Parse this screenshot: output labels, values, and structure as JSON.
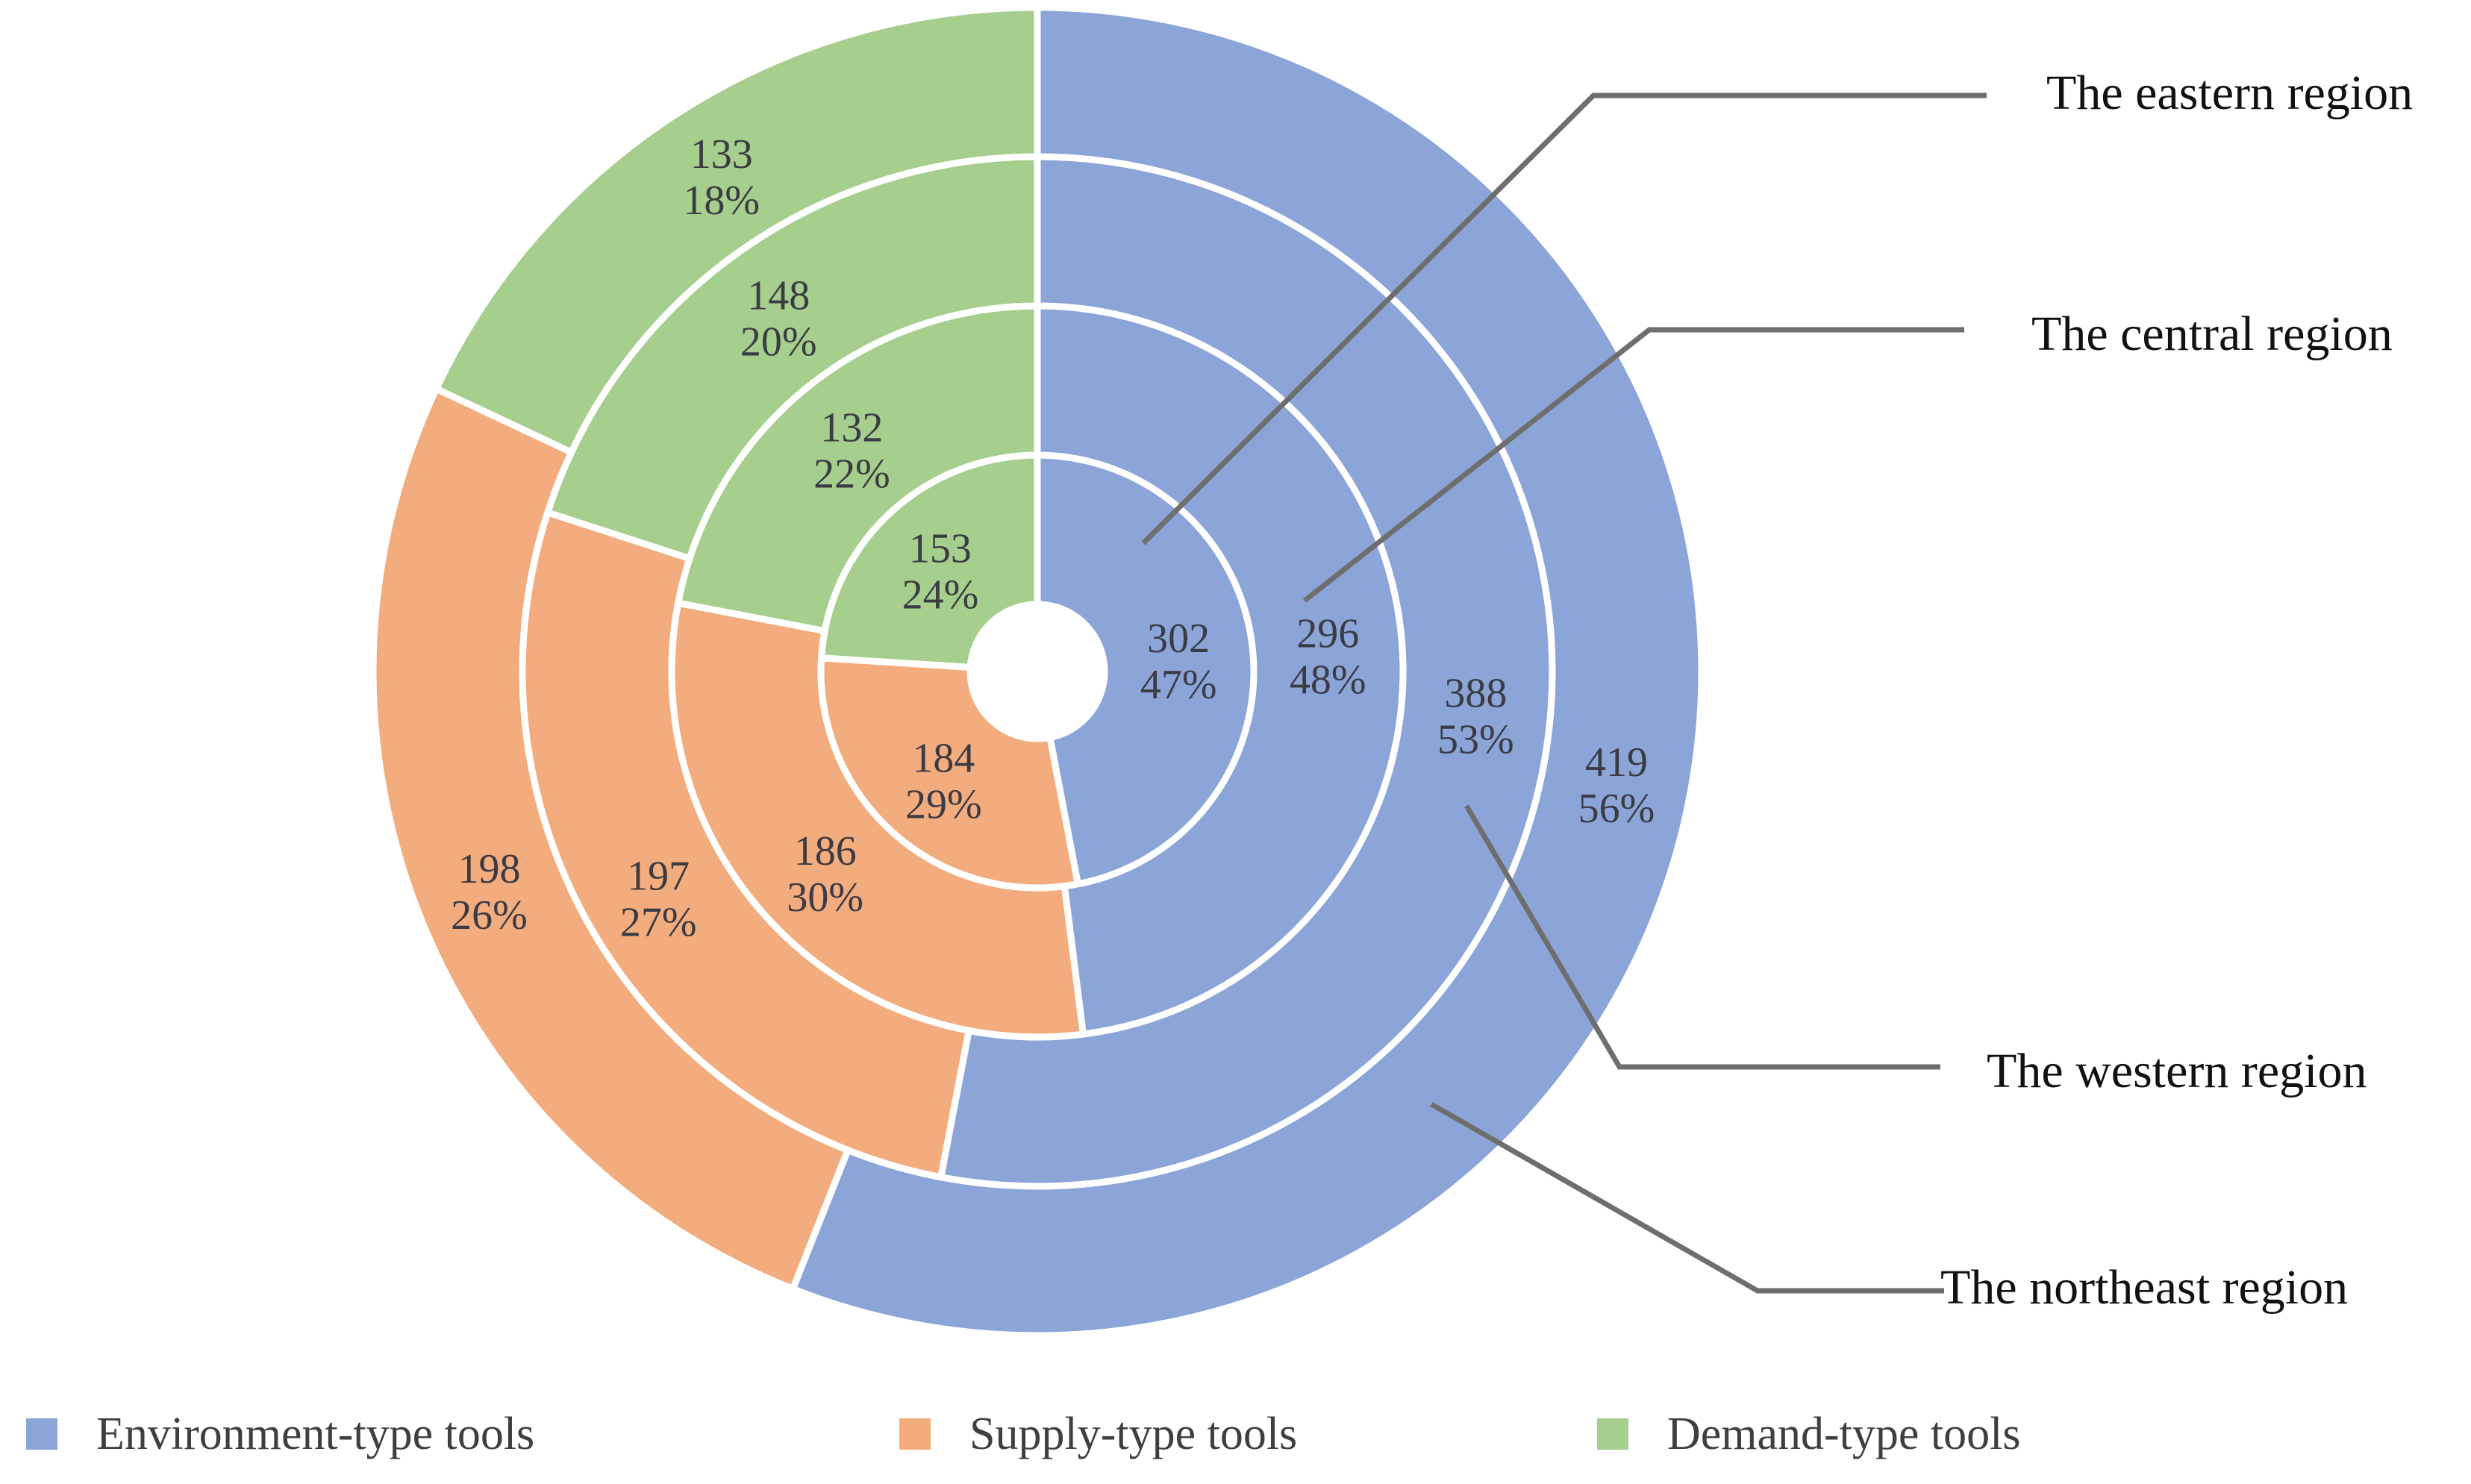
{
  "chart_data": {
    "type": "pie",
    "subtype": "multi-ring-doughnut",
    "title": "",
    "legend_position": "bottom",
    "series_names": [
      "Environment-type tools",
      "Supply-type tools",
      "Demand-type tools"
    ],
    "colors": {
      "environment": "#8CA5D8",
      "supply": "#F3AC7D",
      "demand": "#A6CE8D",
      "callout_line": "#6E6E6E",
      "data_label": "#3B3B44",
      "separator": "#FFFFFF"
    },
    "rings": [
      {
        "region": "The eastern region",
        "ring_index": 0,
        "values": [
          {
            "series": "Environment-type tools",
            "value": 302,
            "pct": 47
          },
          {
            "series": "Supply-type tools",
            "value": 184,
            "pct": 29
          },
          {
            "series": "Demand-type tools",
            "value": 153,
            "pct": 24
          }
        ]
      },
      {
        "region": "The central region",
        "ring_index": 1,
        "values": [
          {
            "series": "Environment-type tools",
            "value": 296,
            "pct": 48
          },
          {
            "series": "Supply-type tools",
            "value": 186,
            "pct": 30
          },
          {
            "series": "Demand-type tools",
            "value": 132,
            "pct": 22
          }
        ]
      },
      {
        "region": "The western region",
        "ring_index": 2,
        "values": [
          {
            "series": "Environment-type tools",
            "value": 388,
            "pct": 53
          },
          {
            "series": "Supply-type tools",
            "value": 197,
            "pct": 27
          },
          {
            "series": "Demand-type tools",
            "value": 148,
            "pct": 20
          }
        ]
      },
      {
        "region": "The northeast region",
        "ring_index": 3,
        "values": [
          {
            "series": "Environment-type tools",
            "value": 419,
            "pct": 56
          },
          {
            "series": "Supply-type tools",
            "value": 198,
            "pct": 26
          },
          {
            "series": "Demand-type tools",
            "value": 133,
            "pct": 18
          }
        ]
      }
    ]
  },
  "legend": {
    "items": [
      {
        "label": "Environment-type tools",
        "color_key": "environment"
      },
      {
        "label": "Supply-type tools",
        "color_key": "supply"
      },
      {
        "label": "Demand-type tools",
        "color_key": "demand"
      }
    ]
  }
}
